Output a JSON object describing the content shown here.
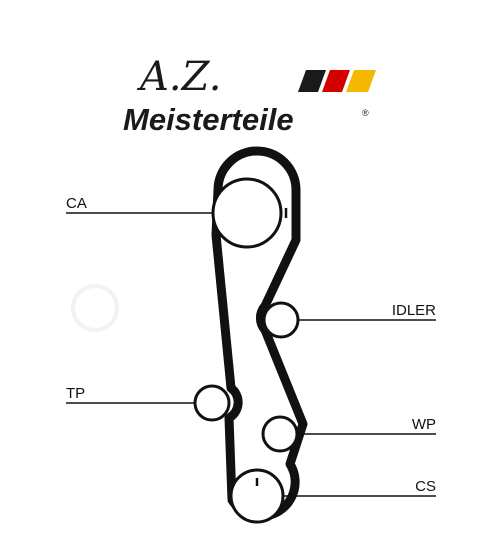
{
  "logo": {
    "script": "A.Z.",
    "wordmark": "Meisterteile",
    "registered": "®",
    "stripe_colors": [
      "#1a1a1a",
      "#d40000",
      "#f5b800"
    ]
  },
  "labels": {
    "ca": "CA",
    "idler": "IDLER",
    "tp": "TP",
    "wp": "WP",
    "cs": "CS"
  },
  "colors": {
    "ink": "#111111",
    "background": "#ffffff"
  }
}
